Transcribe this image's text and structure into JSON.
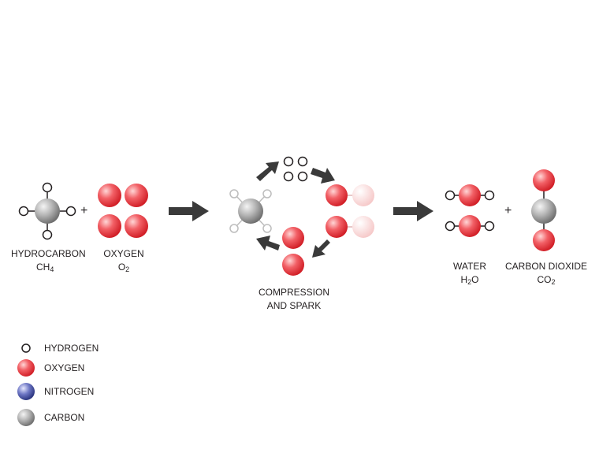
{
  "colors": {
    "oxygen": "#e41e26",
    "carbon": "#8a8a8a",
    "nitrogen": "#2f3a8f",
    "hydrogen": "#ffffff",
    "arrow": "#3a3a3a"
  },
  "labels": {
    "hydrocarbon_name": "HYDROCARBON",
    "hydrocarbon_formula_main": "CH",
    "hydrocarbon_formula_sub": "4",
    "plus_left": "+",
    "oxygen_name": "OXYGEN",
    "oxygen_formula_main": "O",
    "oxygen_formula_sub": "2",
    "process_line1": "COMPRESSION",
    "process_line2": "AND SPARK",
    "water_name": "WATER",
    "water_formula_pre": "H",
    "water_formula_sub": "2",
    "water_formula_post": "O",
    "plus_right": "+",
    "co2_name": "CARBON DIOXIDE",
    "co2_formula_main": "CO",
    "co2_formula_sub": "2"
  },
  "legend": [
    {
      "atom": "hydrogen",
      "label": "HYDROGEN"
    },
    {
      "atom": "oxygen",
      "label": "OXYGEN"
    },
    {
      "atom": "nitrogen",
      "label": "NITROGEN"
    },
    {
      "atom": "carbon",
      "label": "CARBON"
    }
  ]
}
